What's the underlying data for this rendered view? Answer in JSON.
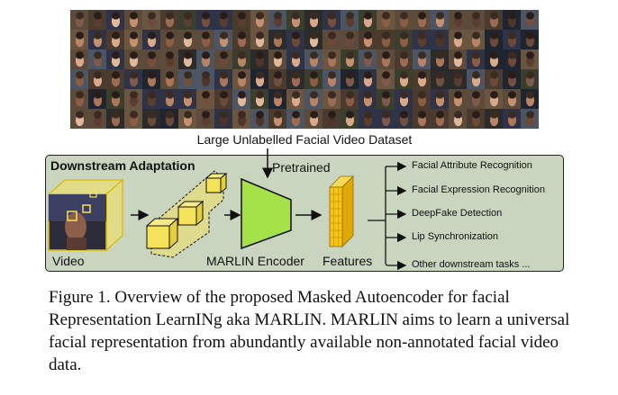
{
  "dataset_label": "Large Unlabelled Facial Video Dataset",
  "panel_title": "Downstream Adaptation",
  "pretrained_label": "Pretrained",
  "video_label": "Video",
  "encoder_label": "MARLIN Encoder",
  "features_label": "Features",
  "tasks": [
    "Facial Attribute Recognition",
    "Facial Expression Recognition",
    "DeepFake Detection",
    "Lip Synchronization",
    "Other downstream tasks ..."
  ],
  "caption": "Figure 1. Overview of the proposed Masked Autoencoder for facial Representation LearnINg aka MARLIN. MARLIN aims to learn a universal facial representation from abundantly available non-annotated facial video data.",
  "colors": {
    "panel_bg": "#c9d5be",
    "encoder_green": "#a5e24a",
    "cube_yellow": "#f3e25a",
    "features_yellow": "#f5c518"
  }
}
